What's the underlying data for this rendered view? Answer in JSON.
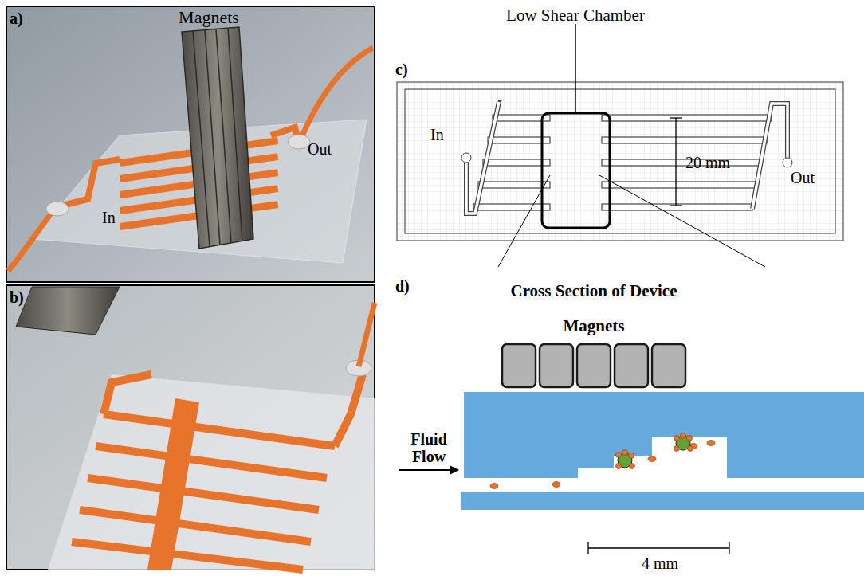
{
  "diagram": {
    "labels": [
      "a)",
      "Magnets",
      "Out",
      "In",
      "b)",
      "Low Shear Chamber",
      "c)",
      "In",
      "20 mm",
      "Out",
      "d)",
      "Cross Section of Device",
      "Magnets",
      "Fluid Flow",
      "4 mm"
    ]
  }
}
